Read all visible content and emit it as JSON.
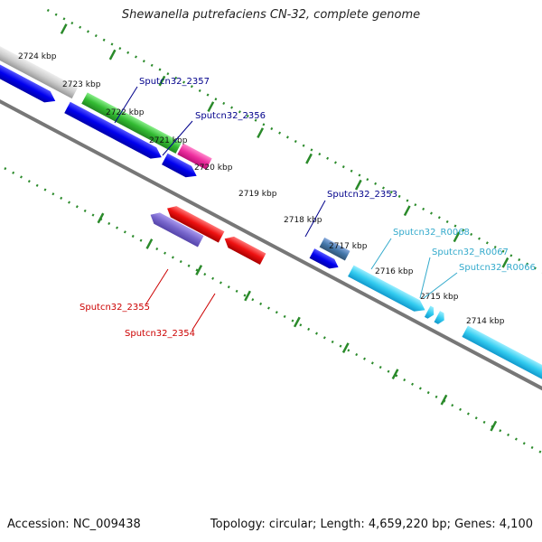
{
  "title": "Shewanella putrefaciens CN-32, complete genome",
  "footer": {
    "accession": "Accession: NC_009438",
    "summary": "Topology: circular; Length: 4,659,220 bp; Genes: 4,100"
  },
  "ticks": [
    "2724 kbp",
    "2723 kbp",
    "2722 kbp",
    "2721 kbp",
    "2720 kbp",
    "2719 kbp",
    "2718 kbp",
    "2717 kbp",
    "2716 kbp",
    "2715 kbp",
    "2714 kbp"
  ],
  "labels": {
    "sputcn32_2357": "Sputcn32_2357",
    "sputcn32_2356": "Sputcn32_2356",
    "sputcn32_2353": "Sputcn32_2353",
    "sputcn32_r0068": "Sputcn32_R0068",
    "sputcn32_r0067": "Sputcn32_R0067",
    "sputcn32_r0066": "Sputcn32_R0066",
    "sputcn32_2355": "Sputcn32_2355",
    "sputcn32_2354": "Sputcn32_2354"
  },
  "colors": {
    "backbone": "#777777",
    "tick": "#2a8a2a",
    "cds_blue": "#0a0ae0",
    "cds_green": "#33bb33",
    "cds_magenta": "#ee2e9e",
    "cds_gray": "#cccccc",
    "cds_red": "#ee1111",
    "cds_purple": "#7766cc",
    "cds_steel": "#4477aa",
    "rna_cyan": "#33ccf0",
    "label_dark_blue": "#00008b",
    "label_cyan": "#33aacc",
    "label_red": "#cc0000"
  }
}
